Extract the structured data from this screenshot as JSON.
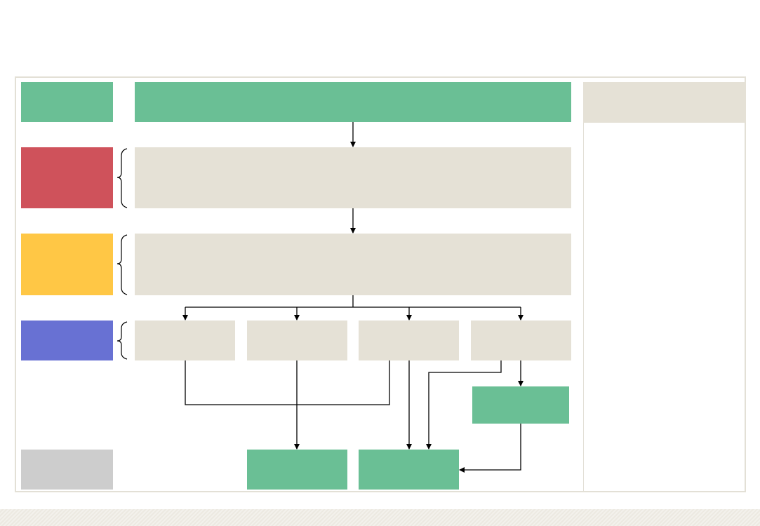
{
  "colors": {
    "green": "#6abf95",
    "beige": "#e5e1d6",
    "red": "#cf525b",
    "yellow": "#ffc745",
    "blue": "#6871d3",
    "grey": "#cdcdcd",
    "border": "#e3e0d6",
    "line": "#000000"
  },
  "diagram": {
    "layers": [
      {
        "name": "layer-1",
        "color": "green",
        "label": ""
      },
      {
        "name": "layer-2",
        "color": "red",
        "label": ""
      },
      {
        "name": "layer-3",
        "color": "yellow",
        "label": ""
      },
      {
        "name": "layer-4",
        "color": "blue",
        "label": ""
      },
      {
        "name": "layer-5",
        "color": "grey",
        "label": ""
      }
    ],
    "top_box": {
      "label": ""
    },
    "middle_box_1": {
      "label": ""
    },
    "middle_box_2": {
      "label": ""
    },
    "sub_boxes": [
      {
        "label": ""
      },
      {
        "label": ""
      },
      {
        "label": ""
      },
      {
        "label": ""
      }
    ],
    "output_boxes": [
      {
        "label": ""
      },
      {
        "label": ""
      },
      {
        "label": ""
      }
    ],
    "side_panel": {
      "header": "",
      "body": ""
    }
  }
}
